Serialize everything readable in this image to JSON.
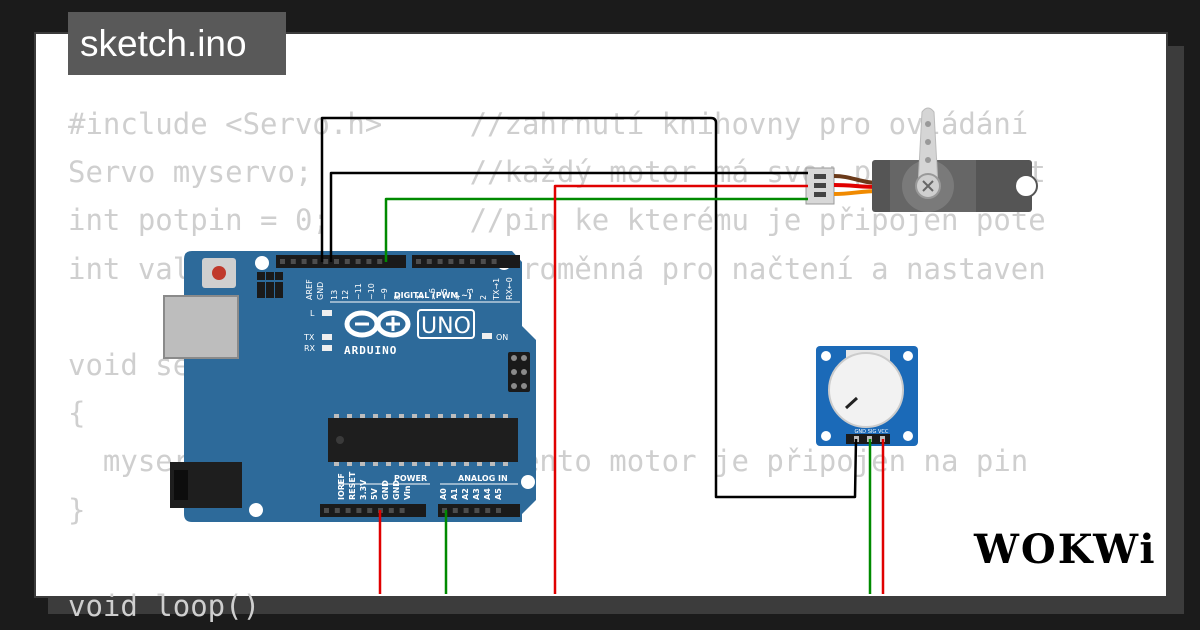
{
  "tab": {
    "title": "sketch.ino"
  },
  "code_lines": [
    "#include <Servo.h>     //zahrnutí knihovny pro ovládání",
    "Servo myservo;         //každý motor má svou proměnnou t",
    "int potpin = 0;        //pin ke kterému je připojen pote",
    "int val;               //proměnná pro načtení a nastaven",
    "",
    "void setup()",
    "{",
    "  myservo.attach(9);   //tento motor je připojen na pin",
    "}",
    "",
    "void loop()"
  ],
  "arduino": {
    "name": "ARDUINO",
    "model": "UNO",
    "digital_label": "DIGITAL (PWM ~)",
    "power_label": "POWER",
    "analog_label": "ANALOG IN",
    "top_pins": [
      "AREF",
      "GND",
      "13",
      "12",
      "~11",
      "~10",
      "~9",
      "8",
      "7",
      "~6",
      "~5",
      "4",
      "~3",
      "2",
      "TX→1",
      "RX←0"
    ],
    "power_pins": [
      "IOREF",
      "RESET",
      "3.3V",
      "5V",
      "GND",
      "GND",
      "Vin"
    ],
    "analog_pins": [
      "A0",
      "A1",
      "A2",
      "A3",
      "A4",
      "A5"
    ],
    "leds": [
      "L",
      "TX",
      "RX",
      "ON"
    ]
  },
  "potentiometer": {
    "pins": [
      "GND",
      "SIG",
      "VCC"
    ]
  },
  "brand": {
    "logo": "WOKWi"
  },
  "colors": {
    "black_wire": "#000000",
    "red_wire": "#e00000",
    "green_wire": "#008a00",
    "board": "#2d6a9a"
  }
}
